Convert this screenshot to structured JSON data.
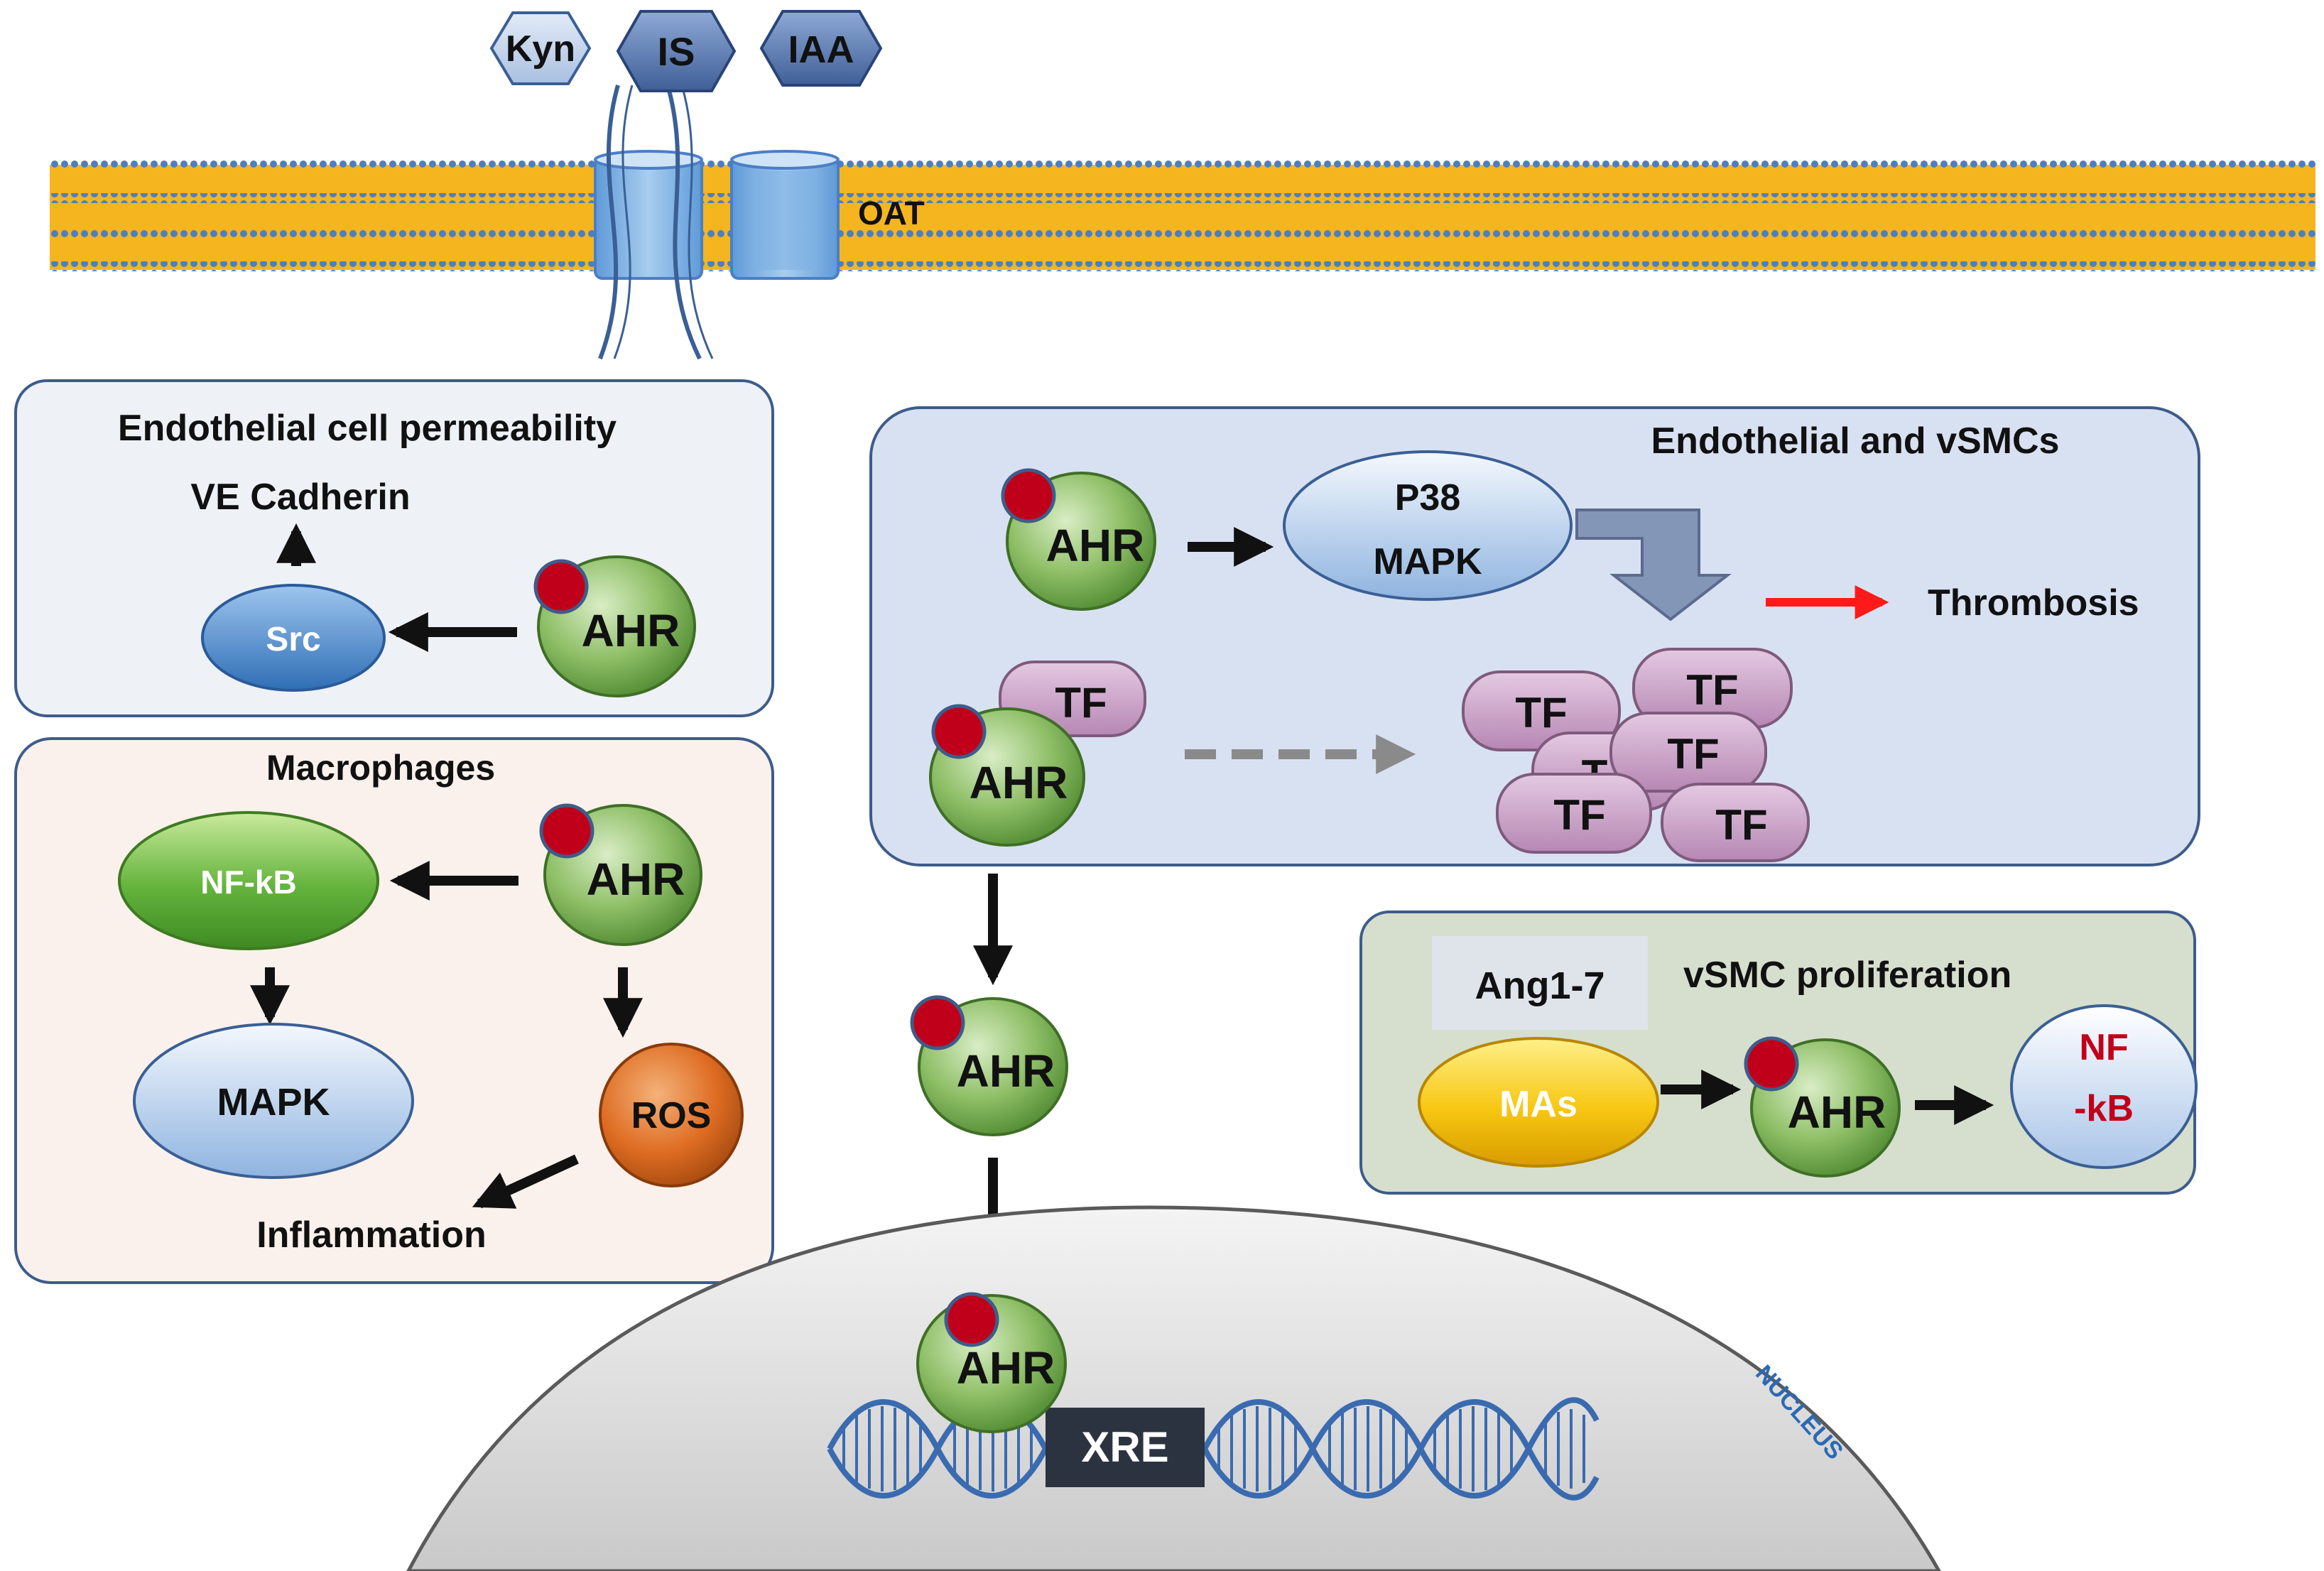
{
  "ligands": {
    "kyn": "Kyn",
    "is": "IS",
    "iaa": "IAA"
  },
  "membrane": {
    "transporter_label": "OAT"
  },
  "panel_permeability": {
    "title": "Endothelial cell permeability",
    "ve_cadherin": "VE Cadherin",
    "src": "Src",
    "ahr": "AHR"
  },
  "panel_macrophages": {
    "title": "Macrophages",
    "nfkb": "NF-kB",
    "mapk": "MAPK",
    "ros": "ROS",
    "inflammation": "Inflammation",
    "ahr": "AHR"
  },
  "panel_endothelial_vsmc": {
    "title": "Endothelial and vSMCs",
    "ahr_top": "AHR",
    "p38_line1": "P38",
    "p38_line2": "MAPK",
    "thrombosis": "Thrombosis",
    "tf_bound": "TF",
    "ahr_tf": "AHR",
    "tf_cluster": [
      "TF",
      "TF",
      "T",
      "TF",
      "TF",
      "TF"
    ]
  },
  "cytoplasm_ahr": "AHR",
  "panel_vsmc_proliferation": {
    "title": "vSMC proliferation",
    "ang": "Ang1-7",
    "mas": "MAs",
    "ahr": "AHR",
    "nfkb_line1": "NF",
    "nfkb_line2": "-kB"
  },
  "nucleus": {
    "label": "NUCLEUS",
    "ahr": "AHR",
    "xre": "XRE"
  },
  "colors": {
    "membrane_gold": "#f5b51f",
    "lipid_head_blue": "#4a7fc6",
    "ahr_green": "#6fa94b",
    "ligand_red": "#c0001a",
    "tf_pink": "#c9a0c6",
    "thrombosis_arrow": "#ff1a1a",
    "nfkb_red_text": "#c0001a"
  }
}
